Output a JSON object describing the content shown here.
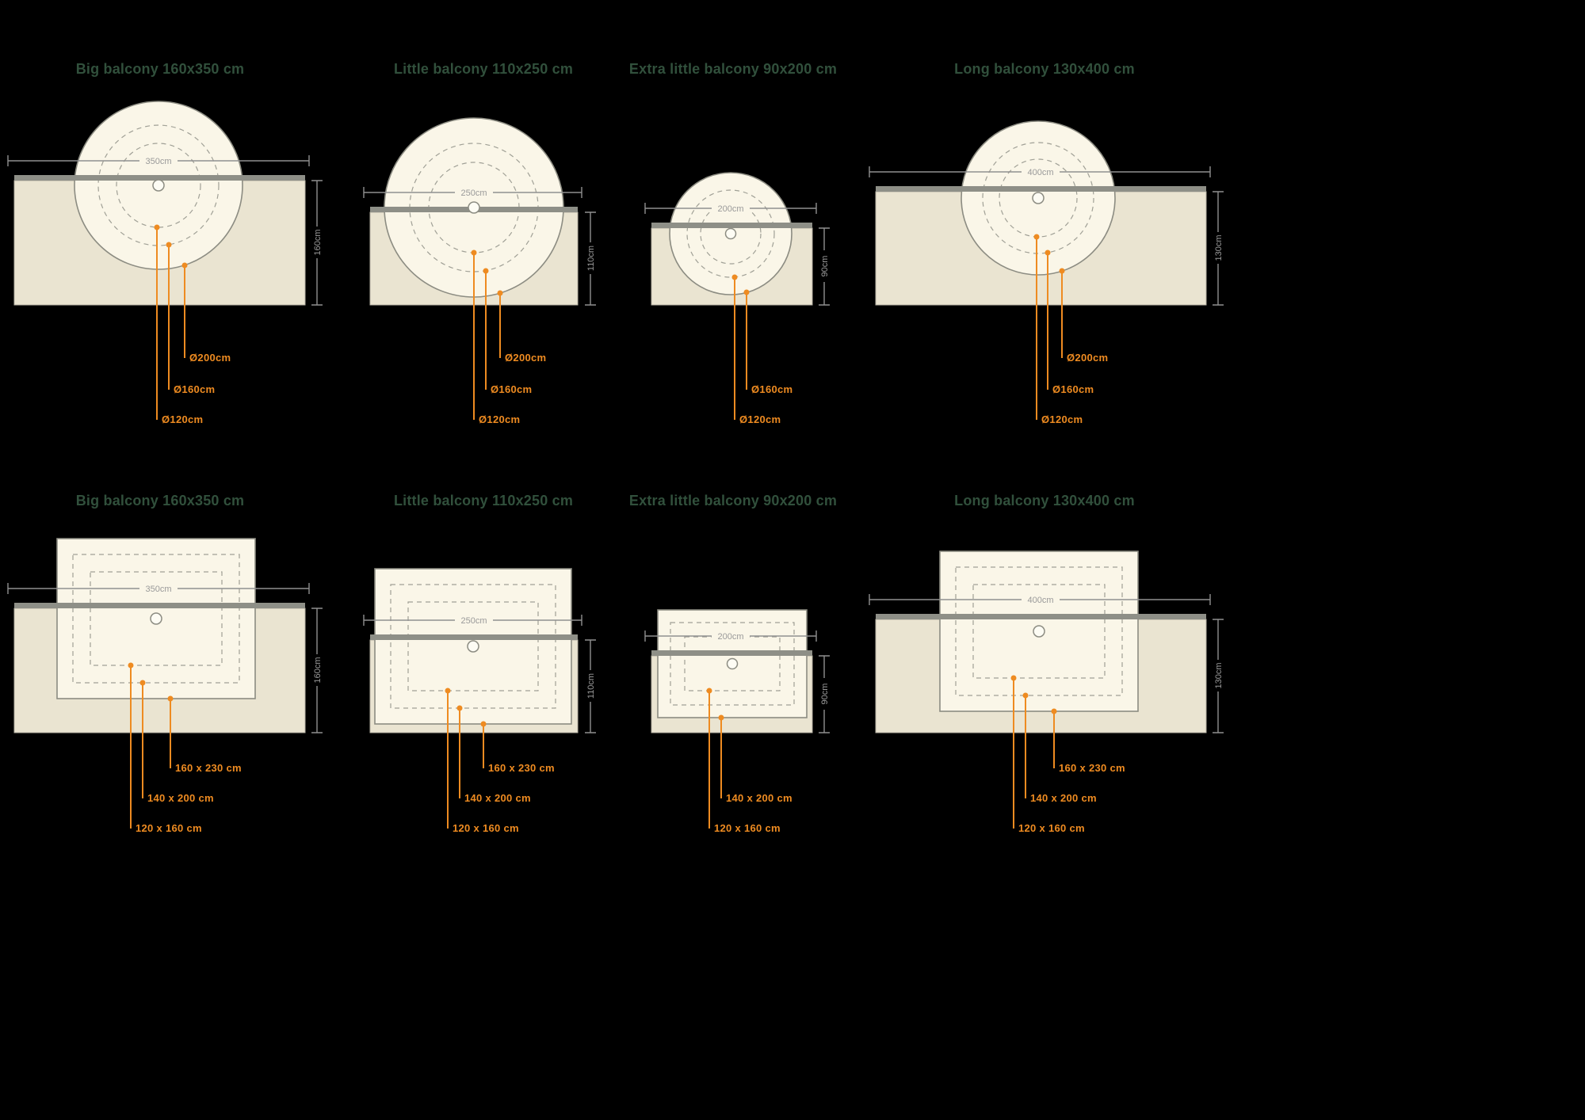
{
  "app": {
    "name": "Balcony parasol size guide"
  },
  "colors": {
    "background": "#000000",
    "title_green": "#31503c",
    "accent_orange": "#ee8b21",
    "balcony_fill": "#eae4d1",
    "rug_fill": "#faf6e8",
    "line_gray": "#909090"
  },
  "rows": {
    "round": {
      "panels": [
        {
          "title": "Big balcony 160x350 cm",
          "width": "350cm",
          "depth": "160cm",
          "sizes": [
            "Ø200cm",
            "Ø160cm",
            "Ø120cm"
          ]
        },
        {
          "title": "Little balcony 110x250 cm",
          "width": "250cm",
          "depth": "110cm",
          "sizes": [
            "Ø200cm",
            "Ø160cm",
            "Ø120cm"
          ]
        },
        {
          "title": "Extra little balcony 90x200 cm",
          "width": "200cm",
          "depth": "90cm",
          "sizes": [
            "Ø160cm",
            "Ø120cm"
          ]
        },
        {
          "title": "Long balcony 130x400 cm",
          "width": "400cm",
          "depth": "130cm",
          "sizes": [
            "Ø200cm",
            "Ø160cm",
            "Ø120cm"
          ]
        }
      ]
    },
    "rect": {
      "panels": [
        {
          "title": "Big balcony 160x350 cm",
          "width": "350cm",
          "depth": "160cm",
          "sizes": [
            "160 x 230 cm",
            "140 x 200 cm",
            "120 x 160 cm"
          ]
        },
        {
          "title": "Little balcony 110x250 cm",
          "width": "250cm",
          "depth": "110cm",
          "sizes": [
            "160 x 230 cm",
            "140 x 200 cm",
            "120 x 160 cm"
          ]
        },
        {
          "title": "Extra little balcony 90x200 cm",
          "width": "200cm",
          "depth": "90cm",
          "sizes": [
            "140 x 200 cm",
            "120 x 160 cm"
          ]
        },
        {
          "title": "Long balcony 130x400 cm",
          "width": "400cm",
          "depth": "130cm",
          "sizes": [
            "160 x 230 cm",
            "140 x 200 cm",
            "120 x 160 cm"
          ]
        }
      ]
    }
  }
}
